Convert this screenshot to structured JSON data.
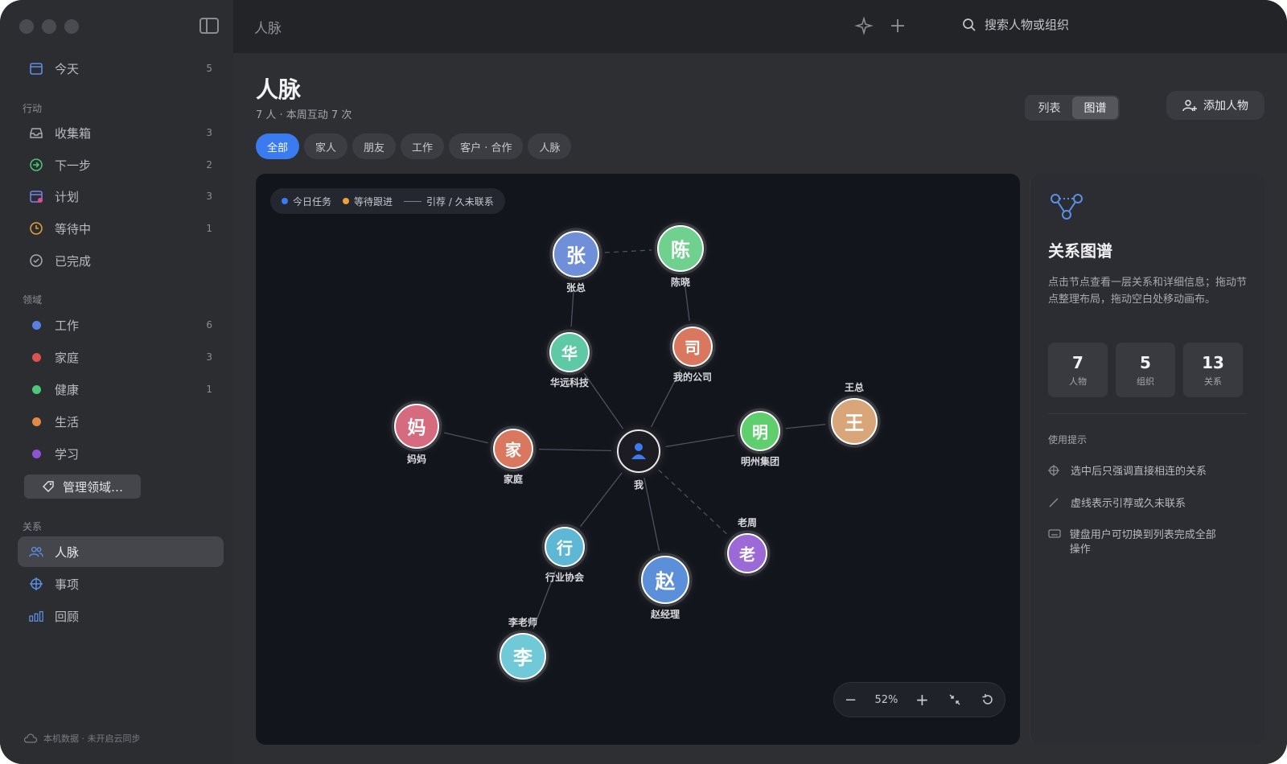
{
  "topbar": {
    "title": "人脉",
    "search_placeholder": "搜索人物或组织"
  },
  "sidebar": {
    "today": {
      "label": "今天",
      "count": "5"
    },
    "sections": {
      "action": "行动",
      "domain": "领域",
      "relations": "关系"
    },
    "action_items": [
      {
        "label": "收集箱",
        "count": "3"
      },
      {
        "label": "下一步",
        "count": "2"
      },
      {
        "label": "计划",
        "count": "3"
      },
      {
        "label": "等待中",
        "count": "1"
      },
      {
        "label": "已完成",
        "count": ""
      }
    ],
    "domain_items": [
      {
        "label": "工作",
        "count": "6",
        "color": "#5b7fe0"
      },
      {
        "label": "家庭",
        "count": "3",
        "color": "#d9534f"
      },
      {
        "label": "健康",
        "count": "1",
        "color": "#4cc777"
      },
      {
        "label": "生活",
        "count": "",
        "color": "#e08a45"
      },
      {
        "label": "学习",
        "count": "",
        "color": "#8e52d9"
      }
    ],
    "manage_label": "管理领域…",
    "relation_items": [
      {
        "label": "人脉"
      },
      {
        "label": "事项"
      },
      {
        "label": "回顾"
      }
    ],
    "footer": "本机数据 · 未开启云同步"
  },
  "main": {
    "title": "人脉",
    "subtitle": "7 人 · 本周互动 7 次",
    "view_toggle": {
      "list": "列表",
      "graph": "图谱"
    },
    "add_button": "添加人物",
    "filters": [
      "全部",
      "家人",
      "朋友",
      "工作",
      "客户 · 合作",
      "人脉"
    ]
  },
  "legend": {
    "today": "今日任务",
    "pending": "等待跟进",
    "line": "引荐 / 久未联系"
  },
  "graph": {
    "center": {
      "label": "我"
    },
    "nodes": [
      {
        "id": "zhang",
        "char": "张",
        "label": "张总",
        "color": "#6f8fd9"
      },
      {
        "id": "chen",
        "char": "陈",
        "label": "陈晓",
        "color": "#6fd08e"
      },
      {
        "id": "hua",
        "char": "华",
        "label": "华远科技",
        "color": "#5ec9a6"
      },
      {
        "id": "si",
        "char": "司",
        "label": "我的公司",
        "color": "#d9785e"
      },
      {
        "id": "ma",
        "char": "妈",
        "label": "妈妈",
        "color": "#d66b7e"
      },
      {
        "id": "jia",
        "char": "家",
        "label": "家庭",
        "color": "#d9785e"
      },
      {
        "id": "ming",
        "char": "明",
        "label": "明州集团",
        "color": "#5ecf6e"
      },
      {
        "id": "wang",
        "char": "王",
        "label": "王总",
        "color": "#d9a67a"
      },
      {
        "id": "hang",
        "char": "行",
        "label": "行业协会",
        "color": "#5fb7d6"
      },
      {
        "id": "zhao",
        "char": "赵",
        "label": "赵经理",
        "color": "#5b8fd9"
      },
      {
        "id": "lao",
        "char": "老",
        "label": "老周",
        "color": "#9c6ad6"
      },
      {
        "id": "li",
        "char": "李",
        "label": "李老师",
        "color": "#6fc9d6"
      }
    ]
  },
  "zoom": {
    "minus": "−",
    "level": "52%",
    "plus": "+"
  },
  "panel": {
    "title": "关系图谱",
    "description": "点击节点查看一层关系和详细信息；拖动节点整理布局，拖动空白处移动画布。",
    "stats": [
      {
        "num": "7",
        "label": "人物"
      },
      {
        "num": "5",
        "label": "组织"
      },
      {
        "num": "13",
        "label": "关系"
      }
    ],
    "tips_title": "使用提示",
    "tips": [
      "选中后只强调直接相连的关系",
      "虚线表示引荐或久未联系",
      "键盘用户可切换到列表完成全部操作"
    ]
  }
}
